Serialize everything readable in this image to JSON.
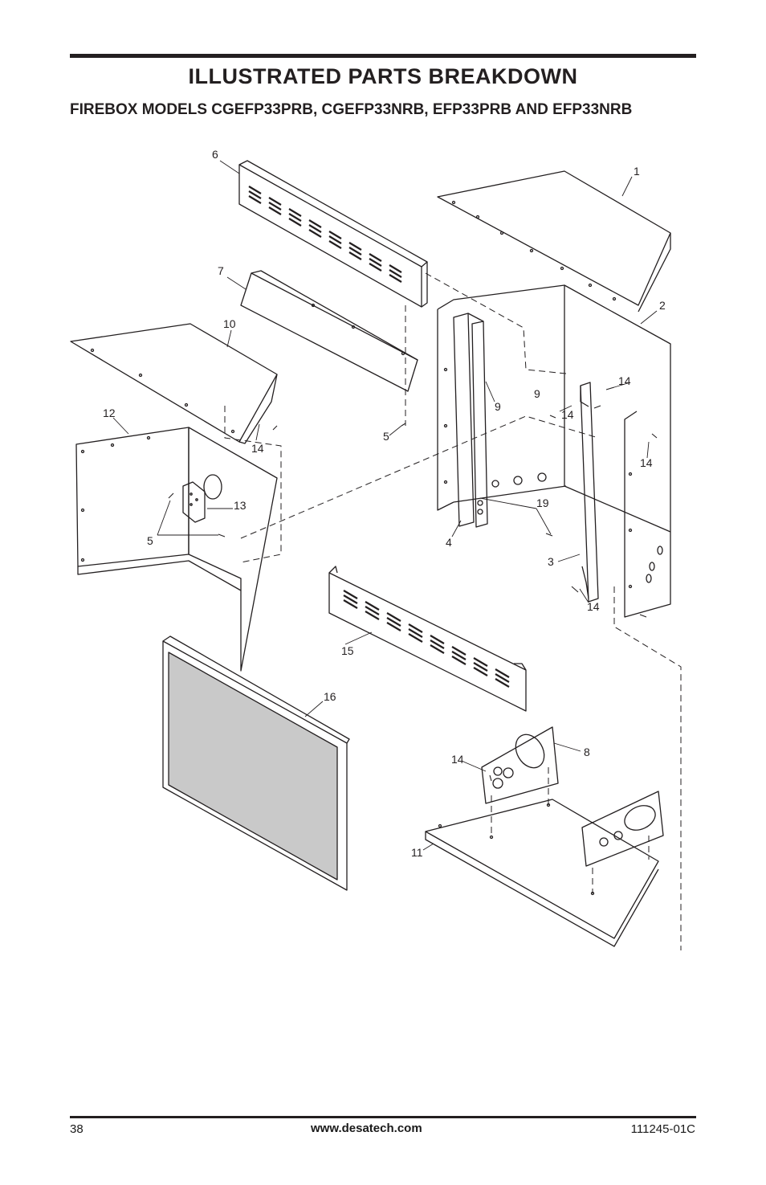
{
  "header": {
    "title": "ILLUSTRATED PARTS BREAKDOWN",
    "subtitle": "FIREBOX MODELS CGEFP33PRB, CGEFP33NRB, EFP33PRB AND EFP33NRB"
  },
  "diagram": {
    "callouts": {
      "c1": "1",
      "c2": "2",
      "c3": "3",
      "c4": "4",
      "c5a": "5",
      "c5b": "5",
      "c6": "6",
      "c7": "7",
      "c8": "8",
      "c9a": "9",
      "c9b": "9",
      "c10": "10",
      "c11": "11",
      "c12": "12",
      "c13": "13",
      "c14a": "14",
      "c14b": "14",
      "c14c": "14",
      "c14d": "14",
      "c14e": "14",
      "c14f": "14",
      "c15": "15",
      "c16": "16",
      "c19": "19"
    }
  },
  "footer": {
    "page_number": "38",
    "website": "www.desatech.com",
    "doc_number": "111245-01C"
  }
}
